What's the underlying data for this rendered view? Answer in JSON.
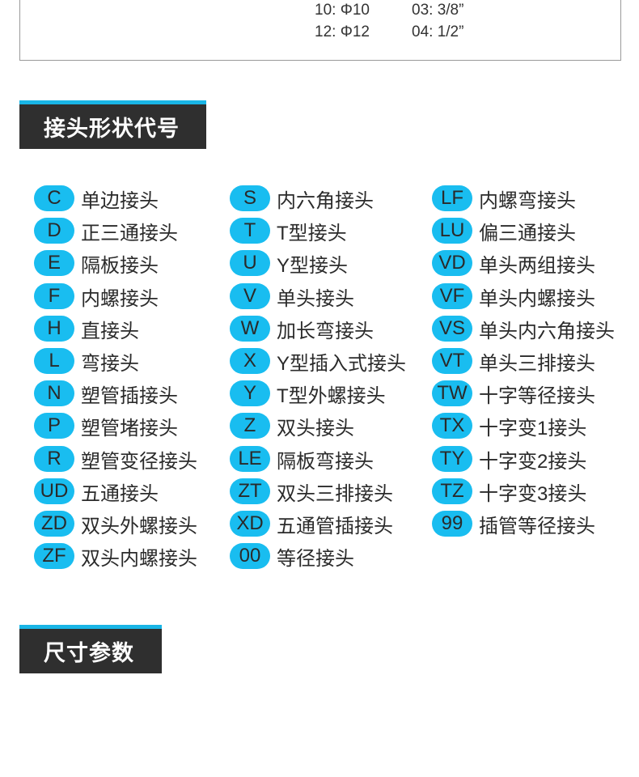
{
  "spec_table": {
    "rows": [
      {
        "metric": "10: Φ10",
        "inch": "03: 3/8”"
      },
      {
        "metric": "12: Φ12",
        "inch": "04: 1/2”"
      }
    ]
  },
  "section_shape": {
    "title": "接头形状代号",
    "columns": [
      [
        {
          "code": "C",
          "label": "单边接头"
        },
        {
          "code": "D",
          "label": "正三通接头"
        },
        {
          "code": "E",
          "label": "隔板接头"
        },
        {
          "code": "F",
          "label": "内螺接头"
        },
        {
          "code": "H",
          "label": "直接头"
        },
        {
          "code": "L",
          "label": "弯接头"
        },
        {
          "code": "N",
          "label": "塑管插接头"
        },
        {
          "code": "P",
          "label": "塑管堵接头"
        },
        {
          "code": "R",
          "label": "塑管变径接头"
        },
        {
          "code": "UD",
          "label": "五通接头"
        },
        {
          "code": "ZD",
          "label": "双头外螺接头"
        },
        {
          "code": "ZF",
          "label": "双头内螺接头"
        }
      ],
      [
        {
          "code": "S",
          "label": "内六角接头"
        },
        {
          "code": "T",
          "label": "T型接头"
        },
        {
          "code": "U",
          "label": "Y型接头"
        },
        {
          "code": "V",
          "label": "单头接头"
        },
        {
          "code": "W",
          "label": "加长弯接头"
        },
        {
          "code": "X",
          "label": "Y型插入式接头"
        },
        {
          "code": "Y",
          "label": "T型外螺接头"
        },
        {
          "code": "Z",
          "label": "双头接头"
        },
        {
          "code": "LE",
          "label": "隔板弯接头"
        },
        {
          "code": "ZT",
          "label": "双头三排接头"
        },
        {
          "code": "XD",
          "label": "五通管插接头"
        },
        {
          "code": "00",
          "label": "等径接头"
        }
      ],
      [
        {
          "code": "LF",
          "label": "内螺弯接头"
        },
        {
          "code": "LU",
          "label": "偏三通接头"
        },
        {
          "code": "VD",
          "label": "单头两组接头"
        },
        {
          "code": "VF",
          "label": "单头内螺接头"
        },
        {
          "code": "VS",
          "label": "单头内六角接头"
        },
        {
          "code": "VT",
          "label": "单头三排接头"
        },
        {
          "code": "TW",
          "label": "十字等径接头"
        },
        {
          "code": "TX",
          "label": "十字变1接头"
        },
        {
          "code": "TY",
          "label": "十字变2接头"
        },
        {
          "code": "TZ",
          "label": "十字变3接头"
        },
        {
          "code": "99",
          "label": "插管等径接头"
        }
      ]
    ]
  },
  "section_size": {
    "title": "尺寸参数"
  },
  "colors": {
    "accent": "#19bdf0",
    "header_bg": "#2f2f2f",
    "header_bar": "#19b5e6"
  }
}
